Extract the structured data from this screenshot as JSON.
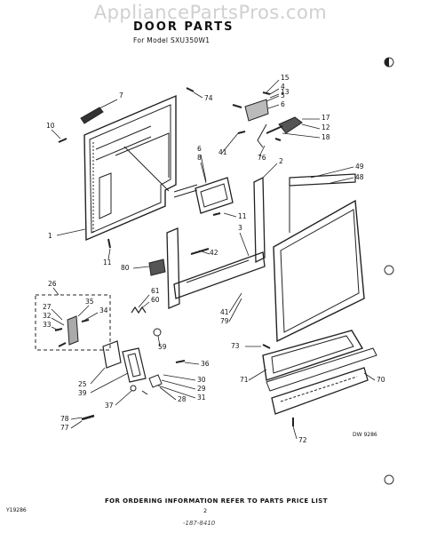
{
  "watermark": "AppliancePartsPros.com",
  "title": "DOOR PARTS",
  "subtitle": "For Model SXU350W1",
  "footer": "FOR ORDERING INFORMATION REFER TO PARTS PRICE LIST",
  "corner_note": "Y19286",
  "page_number": "2",
  "diagram_code": "DW 9286",
  "scrawl": "-187-8410",
  "callouts": [
    {
      "id": "1",
      "label": "1"
    },
    {
      "id": "2",
      "label": "2"
    },
    {
      "id": "3",
      "label": "3"
    },
    {
      "id": "4",
      "label": "4"
    },
    {
      "id": "5",
      "label": "5"
    },
    {
      "id": "6a",
      "label": "6"
    },
    {
      "id": "6b",
      "label": "6"
    },
    {
      "id": "7",
      "label": "7"
    },
    {
      "id": "8",
      "label": "8"
    },
    {
      "id": "10",
      "label": "10"
    },
    {
      "id": "11a",
      "label": "11"
    },
    {
      "id": "11b",
      "label": "11"
    },
    {
      "id": "12",
      "label": "12"
    },
    {
      "id": "13",
      "label": "13"
    },
    {
      "id": "15",
      "label": "15"
    },
    {
      "id": "17",
      "label": "17"
    },
    {
      "id": "18",
      "label": "18"
    },
    {
      "id": "25",
      "label": "25"
    },
    {
      "id": "26",
      "label": "26"
    },
    {
      "id": "27",
      "label": "27"
    },
    {
      "id": "28",
      "label": "28"
    },
    {
      "id": "29",
      "label": "29"
    },
    {
      "id": "30",
      "label": "30"
    },
    {
      "id": "31",
      "label": "31"
    },
    {
      "id": "32",
      "label": "32"
    },
    {
      "id": "33",
      "label": "33"
    },
    {
      "id": "34",
      "label": "34"
    },
    {
      "id": "35",
      "label": "35"
    },
    {
      "id": "36",
      "label": "36"
    },
    {
      "id": "37",
      "label": "37"
    },
    {
      "id": "39",
      "label": "39"
    },
    {
      "id": "41a",
      "label": "41"
    },
    {
      "id": "41b",
      "label": "41"
    },
    {
      "id": "42",
      "label": "42"
    },
    {
      "id": "48",
      "label": "48"
    },
    {
      "id": "49",
      "label": "49"
    },
    {
      "id": "59",
      "label": "59"
    },
    {
      "id": "60",
      "label": "60"
    },
    {
      "id": "61",
      "label": "61"
    },
    {
      "id": "70",
      "label": "70"
    },
    {
      "id": "71",
      "label": "71"
    },
    {
      "id": "72",
      "label": "72"
    },
    {
      "id": "73",
      "label": "73"
    },
    {
      "id": "74",
      "label": "74"
    },
    {
      "id": "76",
      "label": "76"
    },
    {
      "id": "77",
      "label": "77"
    },
    {
      "id": "78",
      "label": "78"
    },
    {
      "id": "79",
      "label": "79"
    },
    {
      "id": "80",
      "label": "80"
    }
  ]
}
